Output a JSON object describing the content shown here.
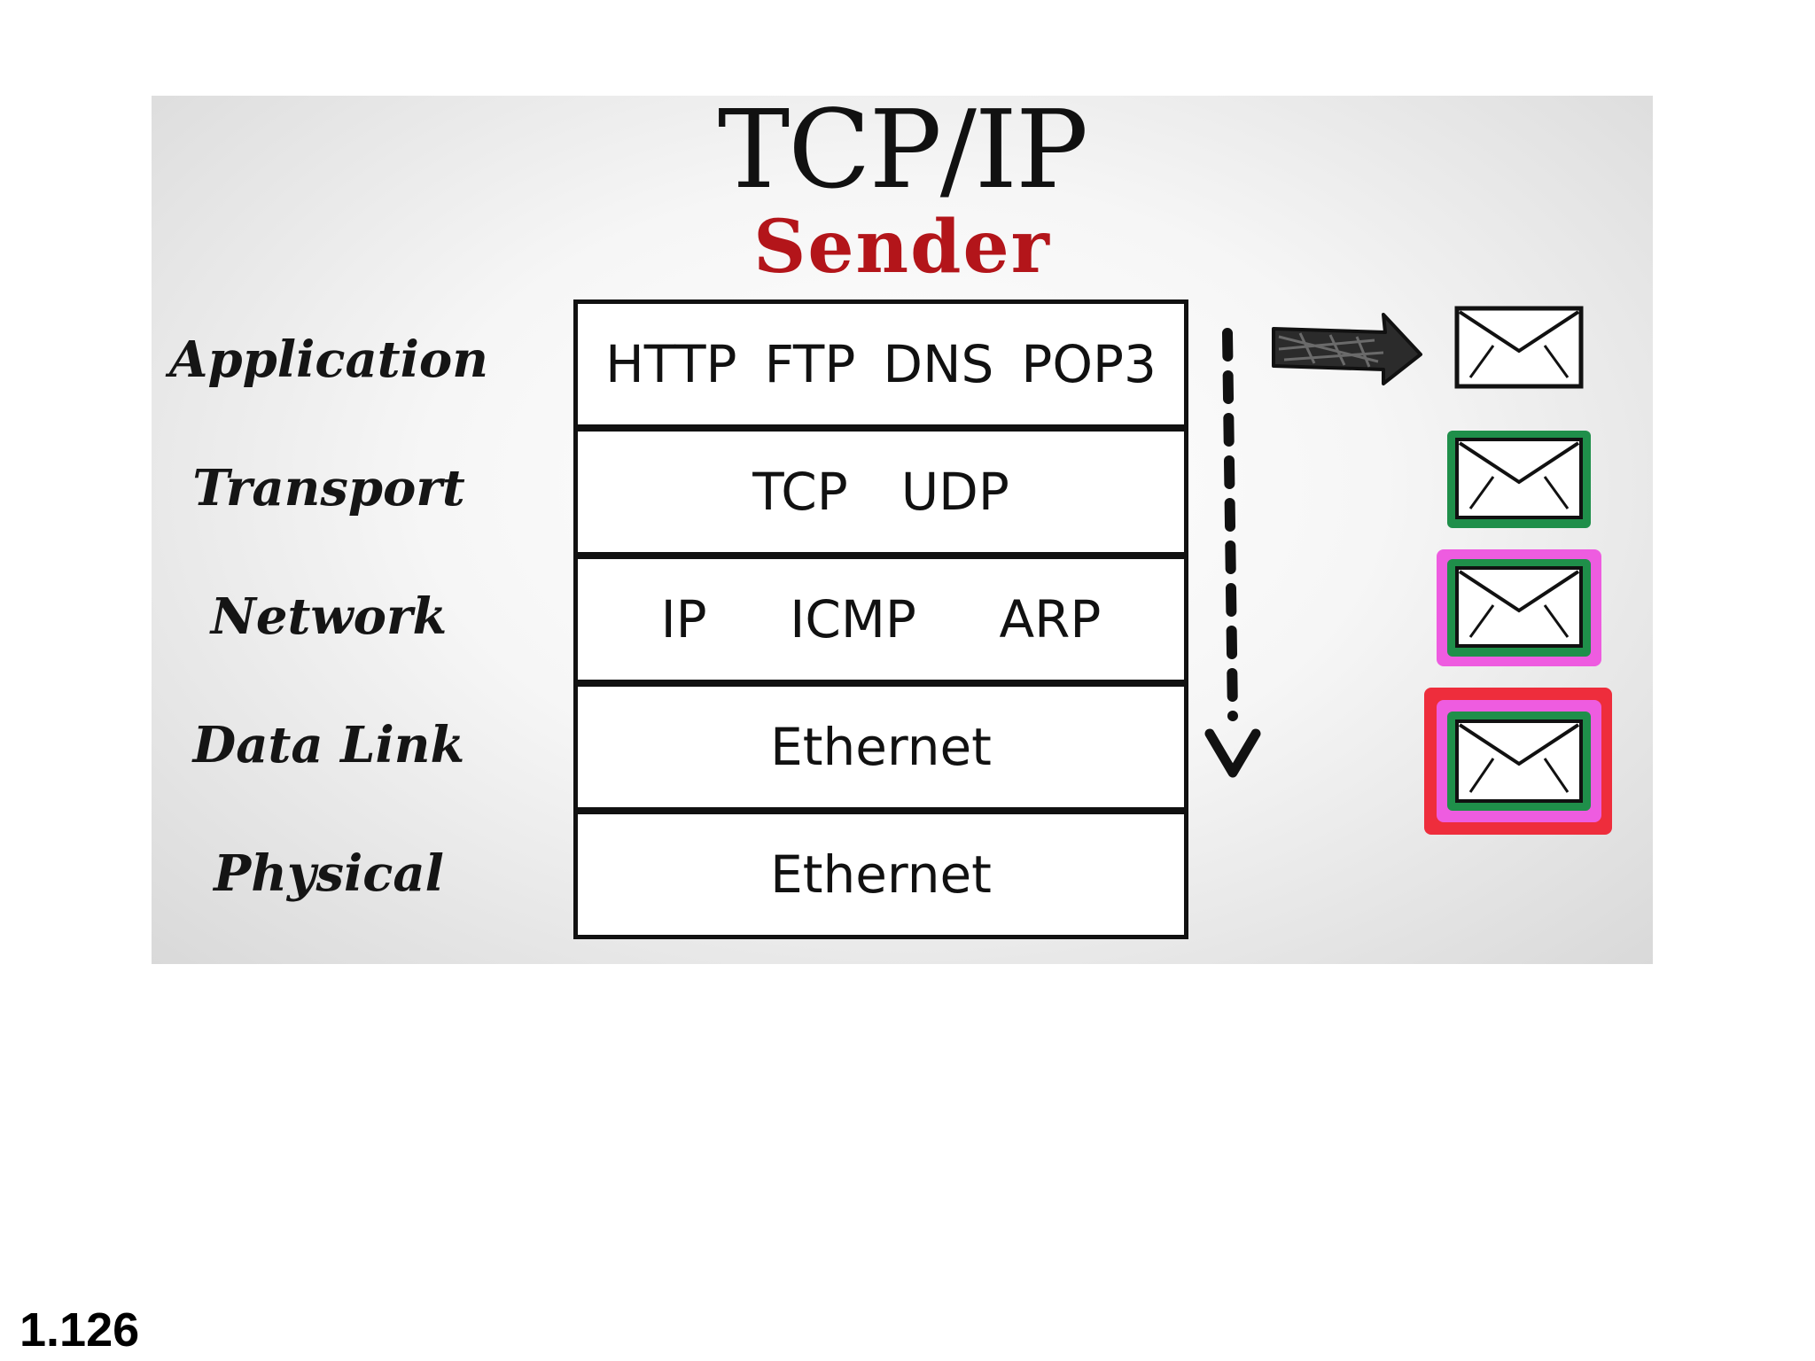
{
  "slide": {
    "title": "TCP/IP",
    "subtitle": "Sender",
    "layers": [
      {
        "name": "Application",
        "protocols": [
          "HTTP",
          "FTP",
          "DNS",
          "POP3"
        ]
      },
      {
        "name": "Transport",
        "protocols": [
          "TCP",
          "UDP"
        ]
      },
      {
        "name": "Network",
        "protocols": [
          "IP",
          "ICMP",
          "ARP"
        ]
      },
      {
        "name": "Data Link",
        "protocols": [
          "Ethernet"
        ]
      },
      {
        "name": "Physical",
        "protocols": [
          "Ethernet"
        ]
      }
    ],
    "encapsulation_colors": {
      "transport": "#1f8f4a",
      "network": "#ee5ce0",
      "data_link": "#ee2d3c"
    },
    "icons": [
      "dashed-down-arrow-icon",
      "scribbled-right-arrow-icon",
      "envelope-icon"
    ]
  },
  "footer": {
    "page_number": "1.126"
  }
}
